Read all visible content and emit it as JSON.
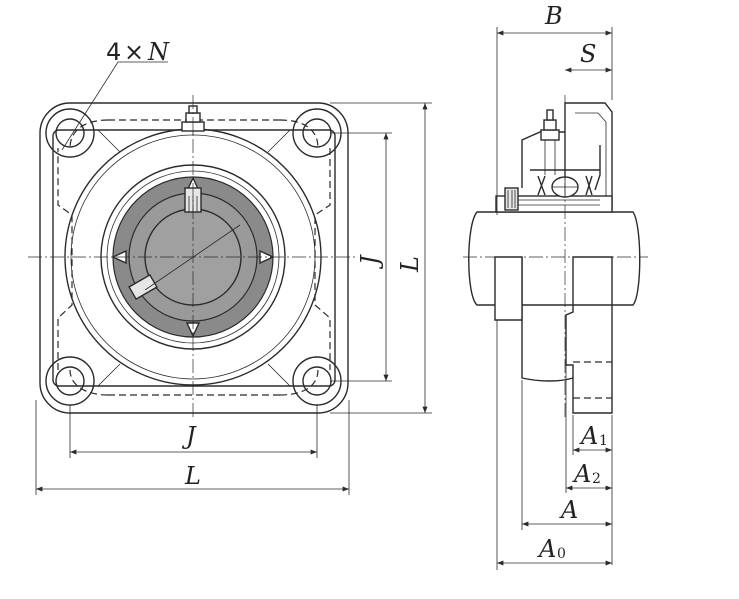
{
  "labels": {
    "bolt_holes_count": "4",
    "bolt_holes_times": "×",
    "bolt_holes_n": "N",
    "j_horizontal": "J",
    "l_horizontal": "L",
    "j_vertical": "J",
    "l_vertical": "L",
    "b_width": "B",
    "s_offset": "S",
    "a1_main": "A",
    "a1_sub": "1",
    "a2_main": "A",
    "a2_sub": "2",
    "a_width": "A",
    "a0_main": "A",
    "a0_sub": "0"
  },
  "colors": {
    "line": "#2b2b2b",
    "shade": "#8a8a8a",
    "background": "#ffffff"
  }
}
